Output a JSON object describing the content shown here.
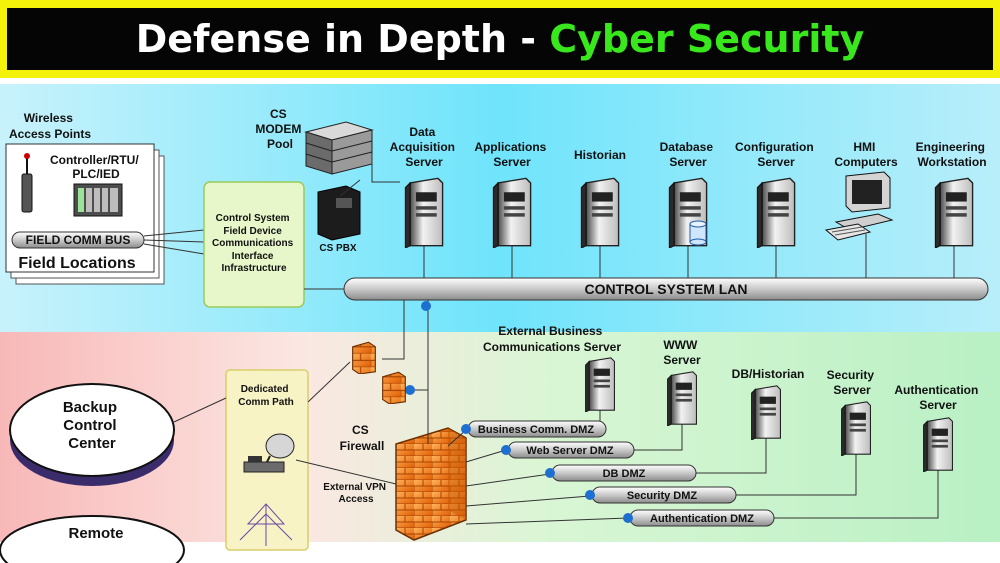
{
  "title": {
    "main": "Defense in Depth - ",
    "accent": "Cyber Security"
  },
  "colors": {
    "banner_border": "#f4f20a",
    "banner_bg": "#050505",
    "accent": "#39e81c",
    "firewall": "#f07a12",
    "lan_bus": "#d9d9d9",
    "node_dot": "#1f6fd1"
  },
  "field": {
    "wireless_label": "Wireless\nAccess Points",
    "controller_label": "Controller/RTU/\nPLC/IED",
    "bus_label": "FIELD COMM BUS",
    "locations_label": "Field Locations",
    "interface_label": "Control System\nField Device\nCommunications\nInterface\nInfrastructure"
  },
  "modem": {
    "pool_label": "CS\nMODEM\nPool",
    "pbx_label": "CS PBX"
  },
  "lan": {
    "label": "CONTROL SYSTEM LAN",
    "servers": [
      {
        "label": "Data\nAcquisition\nServer",
        "icon": "server-tower-icon"
      },
      {
        "label": "Applications\nServer",
        "icon": "server-tower-icon"
      },
      {
        "label": "Historian",
        "icon": "server-tower-icon"
      },
      {
        "label": "Database\nServer",
        "icon": "database-server-icon"
      },
      {
        "label": "Configuration\nServer",
        "icon": "server-tower-icon"
      },
      {
        "label": "HMI\nComputers",
        "icon": "desktop-computer-icon"
      },
      {
        "label": "Engineering\nWorkstation",
        "icon": "server-tower-icon"
      }
    ]
  },
  "remote": {
    "backup_label": "Backup\nControl\nCenter",
    "remote_label": "Remote",
    "comm_path_label": "Dedicated\nComm Path",
    "vpn_label": "External VPN\nAccess"
  },
  "firewall": {
    "label": "CS\nFirewall"
  },
  "dmz": {
    "servers": [
      {
        "label": "External Business\nCommunications Server"
      },
      {
        "label": "WWW\nServer"
      },
      {
        "label": "DB/Historian"
      },
      {
        "label": "Security\nServer"
      },
      {
        "label": "Authentication\nServer"
      }
    ],
    "zones": [
      "Business Comm. DMZ",
      "Web Server DMZ",
      "DB DMZ",
      "Security DMZ",
      "Authentication DMZ"
    ]
  }
}
